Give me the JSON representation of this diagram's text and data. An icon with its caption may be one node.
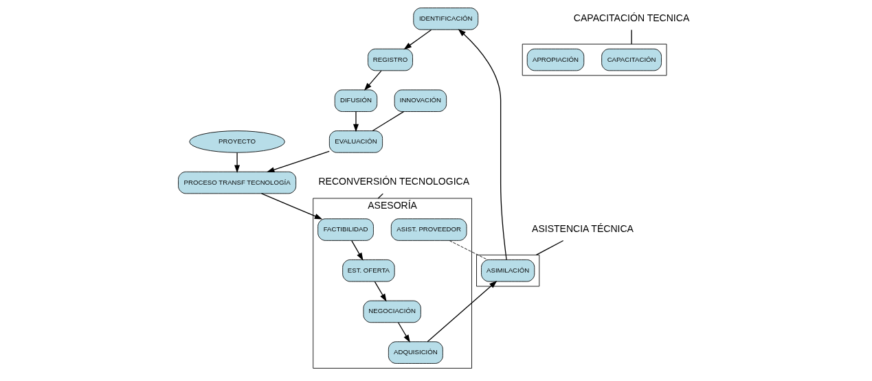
{
  "diagram": {
    "nodes": [
      {
        "text": [
          "PROYECTO"
        ]
      },
      {
        "text": [
          "PROCESO TRANSF TECNOLOGÍA"
        ]
      },
      {
        "text": [
          "EVALUACIÓN"
        ]
      },
      {
        "text": [
          "INNOVACIÓN"
        ]
      },
      {
        "text": [
          "DIFUSIÓN"
        ]
      },
      {
        "text": [
          "REGISTRO"
        ]
      },
      {
        "text": [
          "IDENTIFICACIÓN"
        ]
      },
      {
        "text": [],
        "shape": "box"
      },
      {
        "text": [
          "ASIMILACIÓN"
        ],
        "in": 7
      },
      {
        "text": [],
        "shape": "box"
      },
      {
        "text": [
          "CAPACITACIÓN"
        ],
        "in": 9
      },
      {
        "text": [
          "APROPIACIÓN"
        ],
        "in": 9
      },
      {
        "text": [
          "ASESORÍA"
        ]
      },
      {
        "text": [
          "FACTIBILIDAD"
        ],
        "in": 12
      },
      {
        "text": [
          "EST. OFERTA"
        ],
        "in": 12
      },
      {
        "text": [
          "NEGOCIACIÓN"
        ],
        "in": 12
      },
      {
        "text": [
          "ADQUISICIÓN"
        ],
        "in": 12
      },
      {
        "text": [
          "ASIST. PROVEEDOR"
        ],
        "in": 12
      },
      {
        "text": [
          "CAPACITACIÓN TECNICA"
        ]
      },
      {
        "text": [
          "ASISTENCIA TÉCNICA"
        ]
      },
      {
        "text": [
          "RECONVERSIÓN TECNOLOGICA"
        ]
      }
    ],
    "edges": [
      {
        "from": 0,
        "to": 1,
        "arrow": "to"
      },
      {
        "from": 2,
        "to": 1,
        "arrow": "to"
      },
      {
        "from": 1,
        "to": 13,
        "arrow": "to"
      },
      {
        "from": 4,
        "to": 2,
        "arrow": "to"
      },
      {
        "from": 3,
        "to": 2,
        "arrow": "none"
      },
      {
        "from": 5,
        "to": 4,
        "arrow": "to"
      },
      {
        "from": 6,
        "to": 5,
        "arrow": "to"
      },
      {
        "from": 8,
        "to": 6,
        "arrow": "to"
      },
      {
        "from": 13,
        "to": 14,
        "arrow": "to"
      },
      {
        "from": 14,
        "to": 15,
        "arrow": "to"
      },
      {
        "from": 15,
        "to": 16,
        "arrow": "to"
      },
      {
        "from": 16,
        "to": 8,
        "arrow": "to"
      },
      {
        "from": 17,
        "to": 8,
        "arrow": "none",
        "style": "dashed"
      },
      {
        "from": 18,
        "to": 9,
        "arrow": "none"
      },
      {
        "from": 19,
        "to": 7,
        "arrow": "none"
      },
      {
        "from": 20,
        "to": 12,
        "arrow": "none"
      }
    ]
  }
}
